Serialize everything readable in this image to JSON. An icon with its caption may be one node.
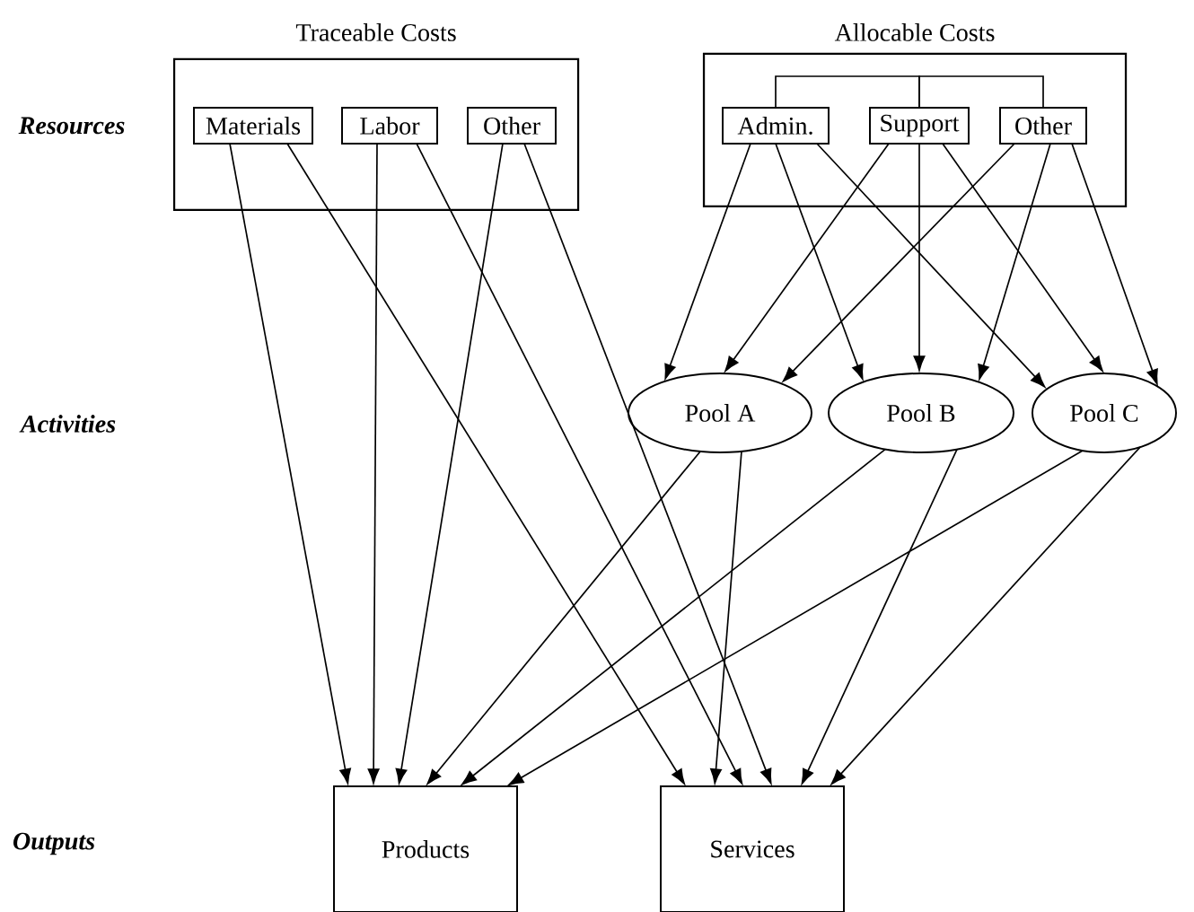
{
  "diagram": {
    "nodes": [
      {
        "text": [
          "Traceable Costs"
        ]
      },
      {
        "text": [
          "Materials"
        ],
        "in": 0
      },
      {
        "text": [
          "Labor"
        ],
        "in": 0
      },
      {
        "text": [
          "Other"
        ],
        "in": 0
      },
      {
        "text": [
          "Allocable Costs"
        ]
      },
      {
        "text": [
          "Admin."
        ],
        "in": 4
      },
      {
        "text": [
          "Support"
        ],
        "in": 4
      },
      {
        "text": [
          "Other"
        ],
        "in": 4
      },
      {
        "text": [
          "Pool A"
        ]
      },
      {
        "text": [
          "Pool B"
        ]
      },
      {
        "text": [
          "Pool C"
        ]
      },
      {
        "text": [
          "Products"
        ]
      },
      {
        "text": [
          "Services"
        ]
      }
    ],
    "edges": [
      {
        "from": 5,
        "to": 6,
        "arrow": "none"
      },
      {
        "from": 6,
        "to": 7,
        "arrow": "none"
      },
      {
        "from": 1,
        "to": 11,
        "arrow": "to"
      },
      {
        "from": 1,
        "to": 12,
        "arrow": "to"
      },
      {
        "from": 2,
        "to": 11,
        "arrow": "to"
      },
      {
        "from": 2,
        "to": 12,
        "arrow": "to"
      },
      {
        "from": 3,
        "to": 11,
        "arrow": "to"
      },
      {
        "from": 3,
        "to": 12,
        "arrow": "to"
      },
      {
        "from": 5,
        "to": 8,
        "arrow": "to"
      },
      {
        "from": 5,
        "to": 9,
        "arrow": "to"
      },
      {
        "from": 5,
        "to": 10,
        "arrow": "to"
      },
      {
        "from": 6,
        "to": 8,
        "arrow": "to"
      },
      {
        "from": 6,
        "to": 9,
        "arrow": "to"
      },
      {
        "from": 6,
        "to": 10,
        "arrow": "to"
      },
      {
        "from": 7,
        "to": 8,
        "arrow": "to"
      },
      {
        "from": 7,
        "to": 9,
        "arrow": "to"
      },
      {
        "from": 7,
        "to": 10,
        "arrow": "to"
      },
      {
        "from": 8,
        "to": 11,
        "arrow": "to"
      },
      {
        "from": 8,
        "to": 12,
        "arrow": "to"
      },
      {
        "from": 9,
        "to": 11,
        "arrow": "to"
      },
      {
        "from": 9,
        "to": 12,
        "arrow": "to"
      },
      {
        "from": 10,
        "to": 11,
        "arrow": "to"
      },
      {
        "from": 10,
        "to": 12,
        "arrow": "to"
      }
    ],
    "labels": [
      "Resources",
      "Activities",
      "Outputs"
    ]
  }
}
